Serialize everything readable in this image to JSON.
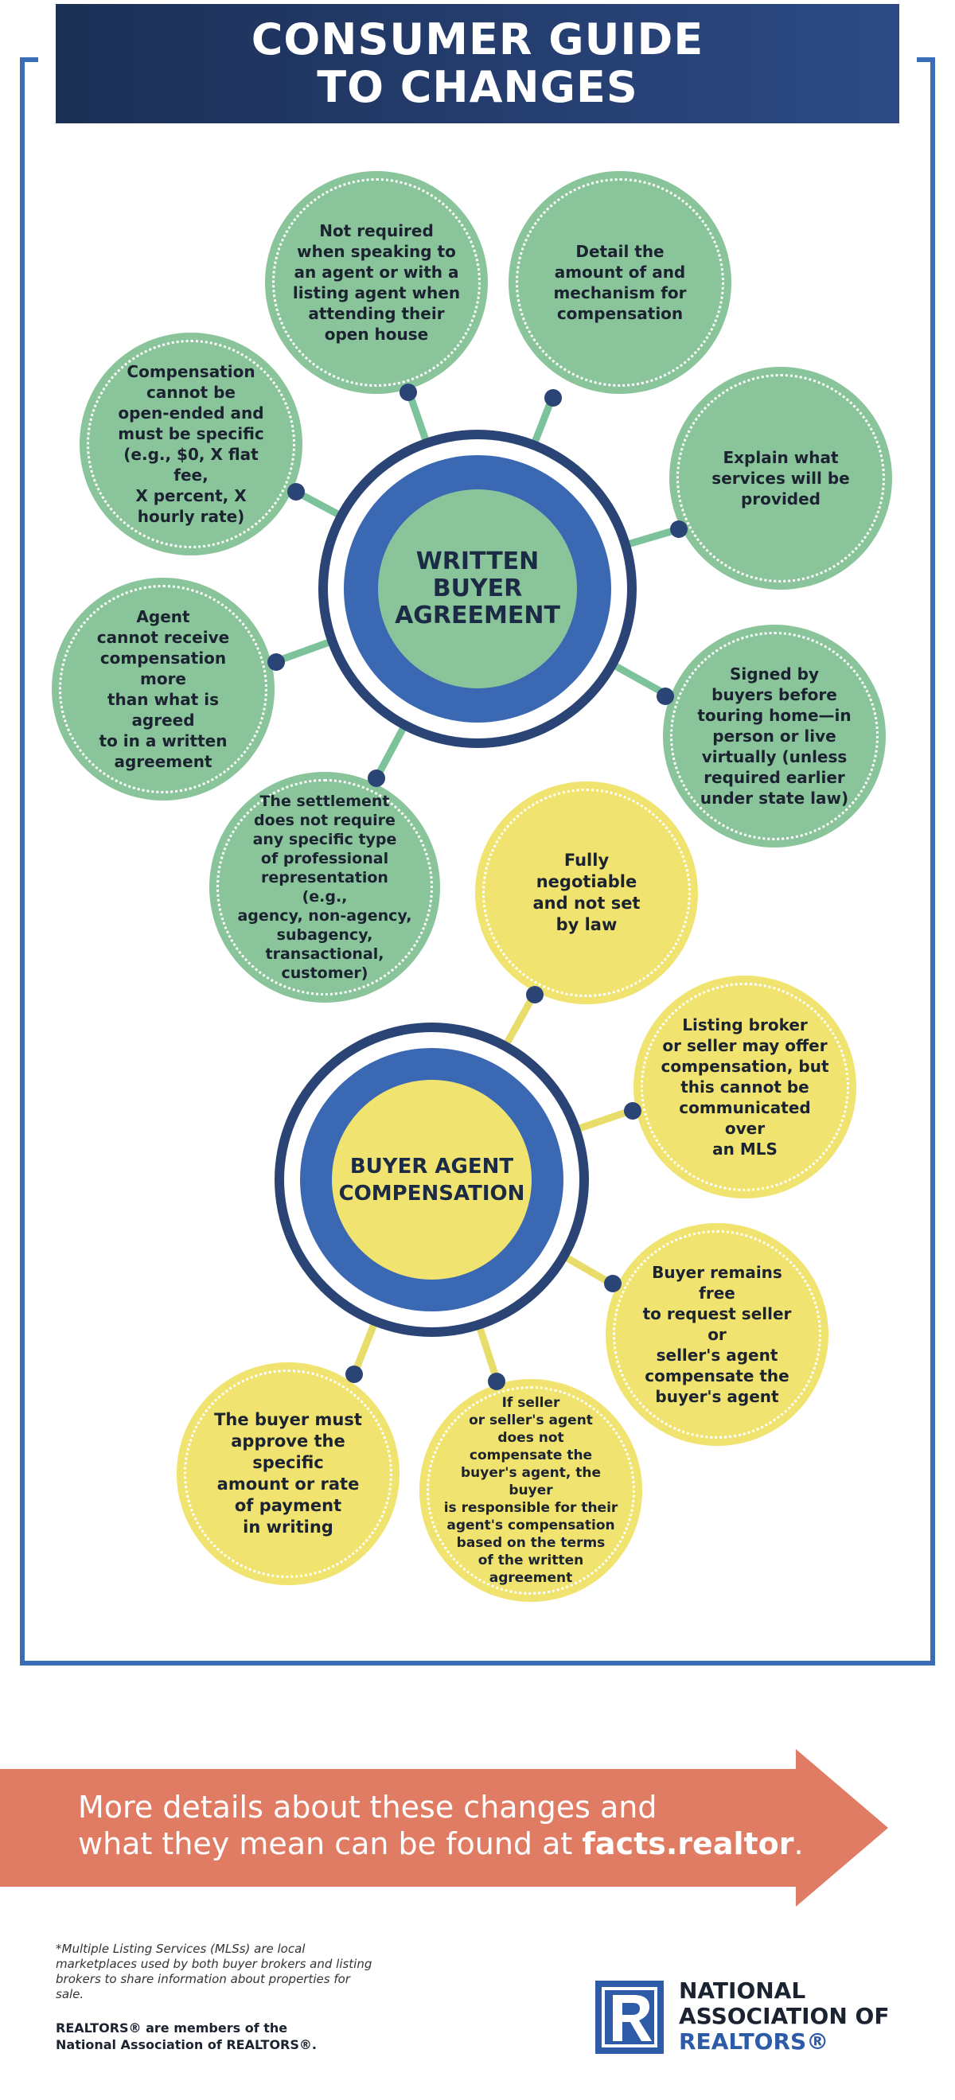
{
  "header": {
    "title_line1": "CONSUMER GUIDE",
    "title_line2": "TO CHANGES"
  },
  "written_buyer_agreement": {
    "hub_line1": "WRITTEN",
    "hub_line2": "BUYER",
    "hub_line3": "AGREEMENT",
    "items": [
      {
        "lines": [
          "Not required",
          "when speaking to",
          "an agent or with a",
          "listing agent when",
          "attending their",
          "open house"
        ]
      },
      {
        "lines": [
          "Detail the",
          "amount of and",
          "mechanism for",
          "compensation"
        ]
      },
      {
        "lines": [
          "Explain what",
          "services will be",
          "provided"
        ]
      },
      {
        "lines": [
          "Signed by",
          "buyers before",
          "touring home—in",
          "person or live",
          "virtually (unless",
          "required earlier",
          "under state law)"
        ]
      },
      {
        "lines": [
          "The settlement",
          "does not require",
          "any specific type",
          "of professional",
          "representation (e.g.,",
          "agency, non-agency,",
          "subagency,",
          "transactional,",
          "customer)"
        ]
      },
      {
        "lines": [
          "Agent",
          "cannot receive",
          "compensation more",
          "than what is agreed",
          "to in a written",
          "agreement"
        ]
      },
      {
        "lines": [
          "Compensation",
          "cannot be",
          "open-ended and",
          "must be specific",
          "(e.g., $0, X flat fee,",
          "X percent, X",
          "hourly rate)"
        ]
      }
    ]
  },
  "buyer_agent_compensation": {
    "hub_line1": "BUYER AGENT",
    "hub_line2": "COMPENSATION",
    "items": [
      {
        "lines": [
          "Fully",
          "negotiable",
          "and not set",
          "by law"
        ]
      },
      {
        "lines": [
          "Listing broker",
          "or seller may offer",
          "compensation, but",
          "this cannot be",
          "communicated over",
          "an MLS"
        ]
      },
      {
        "lines": [
          "Buyer remains free",
          "to request seller or",
          "seller's agent",
          "compensate the",
          "buyer's agent"
        ]
      },
      {
        "lines": [
          "If seller",
          "or seller's agent",
          "does not",
          "compensate the",
          "buyer's agent, the buyer",
          "is responsible for their",
          "agent's compensation",
          "based on the terms",
          "of the written",
          "agreement"
        ]
      },
      {
        "lines": [
          "The buyer must",
          "approve the specific",
          "amount or rate",
          "of payment",
          "in writing"
        ]
      }
    ]
  },
  "banner": {
    "line1": "More details about these changes and",
    "line2_prefix": "what they mean can be found at ",
    "line2_link": "facts.realtor",
    "line2_suffix": "."
  },
  "footer": {
    "footnote": "*Multiple Listing Services (MLSs) are local marketplaces used by both buyer brokers and listing brokers to share information about properties for sale.",
    "members_line1": "REALTORS® are members of the",
    "members_line2": "National Association of REALTORS®.",
    "logo_line1": "NATIONAL",
    "logo_line2": "ASSOCIATION OF",
    "logo_line3": "REALTORS®"
  },
  "colors": {
    "navy": "#1c2f55",
    "frame_blue": "#3a6db5",
    "hub_blue": "#3b68b3",
    "green": "#8ac49a",
    "green_stem": "#7cc29a",
    "yellow": "#f0e36f",
    "yellow_stem": "#e8dc6a",
    "banner_orange": "#e07c63"
  }
}
